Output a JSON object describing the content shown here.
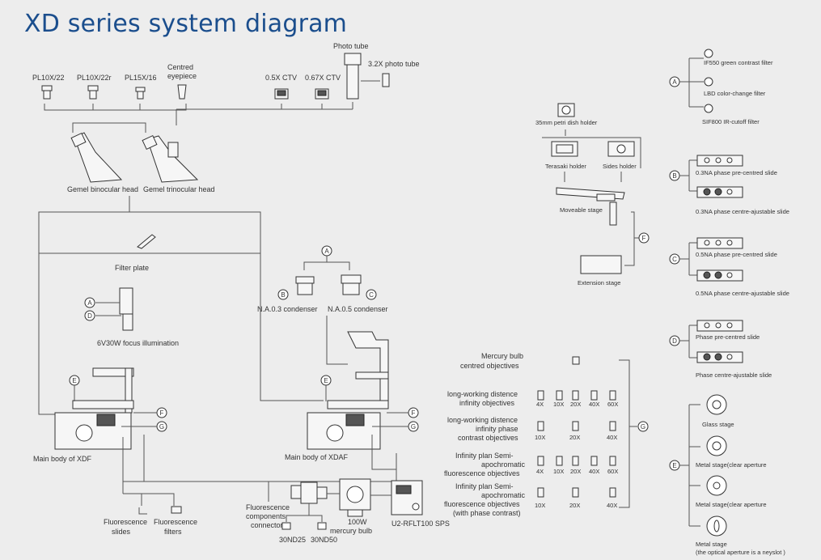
{
  "title": "XD series system diagram",
  "eyepieces": {
    "pl10x22": "PL10X/22",
    "pl10x22r": "PL10X/22r",
    "pl15x16": "PL15X/16",
    "centred": [
      "Centred",
      "eyepiece"
    ]
  },
  "ctv": {
    "half": "0.5X CTV",
    "two_thirds": "0.67X CTV"
  },
  "photo_tube": "Photo tube",
  "photo_tube_32": "3.2X photo tube",
  "heads": {
    "binocular": "Gemel binocular head",
    "trinocular": "Gemel trinocular head"
  },
  "filter_plate": "Filter plate",
  "focus_illumination": "6V30W focus illumination",
  "condensers": {
    "na03": "N.A.0.3 condenser",
    "na05": "N.A.0.5 condenser"
  },
  "bodies": {
    "xdf": "Main body of XDF",
    "xdaf": "Main body of XDAF"
  },
  "fluorescence": {
    "slides": [
      "Fluorescence",
      "slides"
    ],
    "filters": [
      "Fluorescence",
      "filters"
    ],
    "connector": [
      "Fluorescence",
      "components",
      "connector"
    ],
    "nd25": "30ND25",
    "nd50": "30ND50",
    "bulb": [
      "100W",
      "mercury bulb"
    ],
    "sps": "U2-RFLT100 SPS"
  },
  "stage_parts": {
    "petri": "35mm petri dish holder",
    "terasaki": "Terasaki holder",
    "slides": "Sides holder",
    "moveable": "Moveable stage",
    "extension": "Extension stage"
  },
  "objectives": {
    "mercury": [
      "Mercury bulb",
      "centred objectives"
    ],
    "long_inf": [
      "long-working distence",
      "infinity objectives"
    ],
    "long_phase": [
      "long-working distence",
      "infinity phase",
      "contrast objectives"
    ],
    "plan_semi": [
      "Infinity plan Semi-",
      "apochromatic",
      "fluorescence objectives"
    ],
    "plan_semi_phase": [
      "Infinity plan Semi-",
      "apochromatic",
      "fluorescence objectives",
      "(with phase contrast)"
    ],
    "mags_5": [
      "4X",
      "10X",
      "20X",
      "40X",
      "60X"
    ],
    "mags_3": [
      "10X",
      "20X",
      "40X"
    ]
  },
  "filters": {
    "if550": "IF550 green contrast filter",
    "lbd": "LBD color-change filter",
    "sif800": "SIF800 IR-cutoff filter"
  },
  "slides": {
    "b1": "0.3NA phase pre-centred slide",
    "b2": "0.3NA phase centre-ajustable slide",
    "c1": "0.5NA phase pre-centred slide",
    "c2": "0.5NA phase centre-ajustable slide",
    "d1": "Phase pre-centred slide",
    "d2": "Phase centre-ajustable slide"
  },
  "stages": {
    "glass": "Glass stage",
    "metal1": "Metal stage(clear aperture",
    "metal2": "Metal stage(clear aperture",
    "metal3": [
      "Metal stage",
      "(the optical aperture is a neyslot )"
    ]
  },
  "markers": {
    "A": "A",
    "B": "B",
    "C": "C",
    "D": "D",
    "E": "E",
    "F": "F",
    "G": "G"
  }
}
